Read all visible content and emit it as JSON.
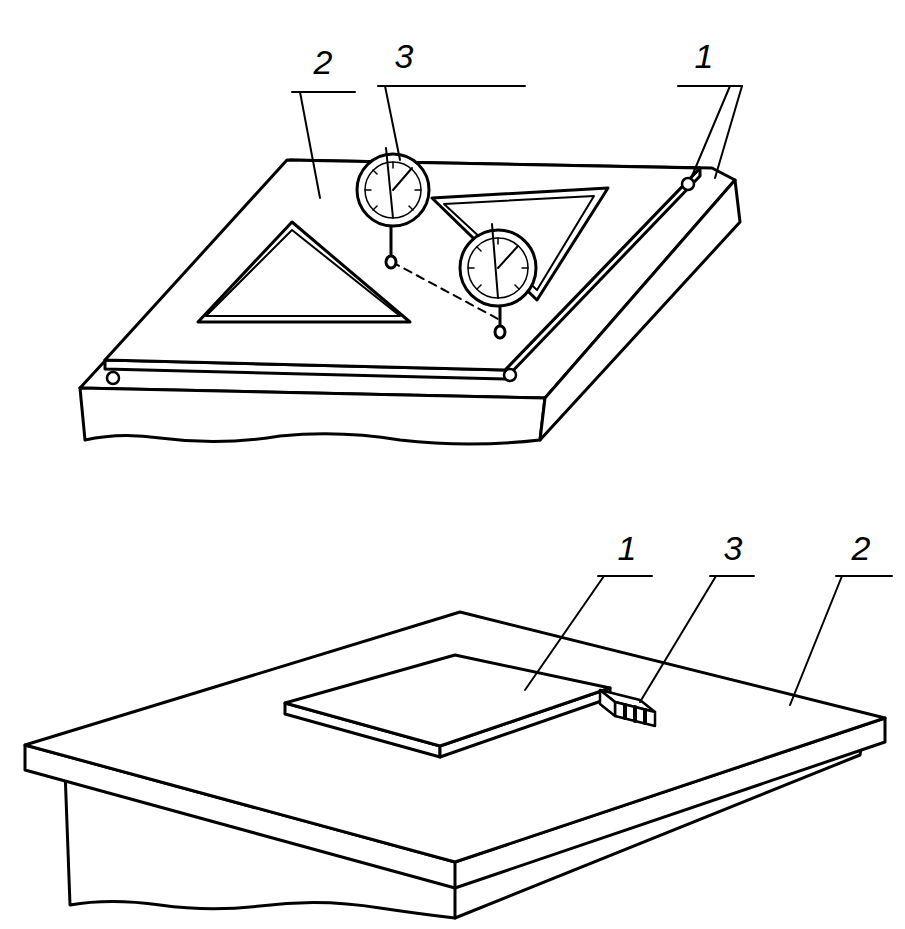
{
  "diagram": {
    "labels": [
      "2",
      "3",
      "1",
      "1",
      "3",
      "2"
    ]
  }
}
